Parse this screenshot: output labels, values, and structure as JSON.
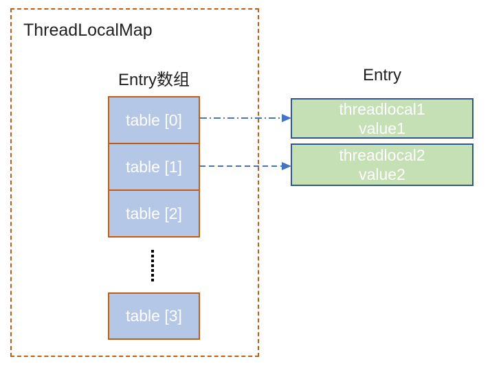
{
  "diagram": {
    "title": "ThreadLocalMap",
    "array_label": "Entry数组",
    "entry_label": "Entry",
    "cells": [
      {
        "label": "table [0]"
      },
      {
        "label": "table [1]"
      },
      {
        "label": "table [2]"
      },
      {
        "label": "table [3]"
      }
    ],
    "entries": [
      {
        "line1": "threadlocal1",
        "line2": "value1"
      },
      {
        "line1": "threadlocal2",
        "line2": "value2"
      }
    ],
    "icons": {
      "ellipsis": "vertical-dotted-line",
      "arrow_style_first": "dash-dot-arrow",
      "arrow_style_second": "dashed-arrow"
    },
    "colors": {
      "outer_border": "#c55a11",
      "cell_fill": "#b4c7e7",
      "cell_border": "#c55a11",
      "cell_text": "#ffffff",
      "entry_fill": "#c5e0b4",
      "entry_border": "#2f5686",
      "entry_text": "#ffffff",
      "arrow": "#4472c4",
      "label_text": "#1f1f1f",
      "ellipsis": "#000000"
    }
  }
}
